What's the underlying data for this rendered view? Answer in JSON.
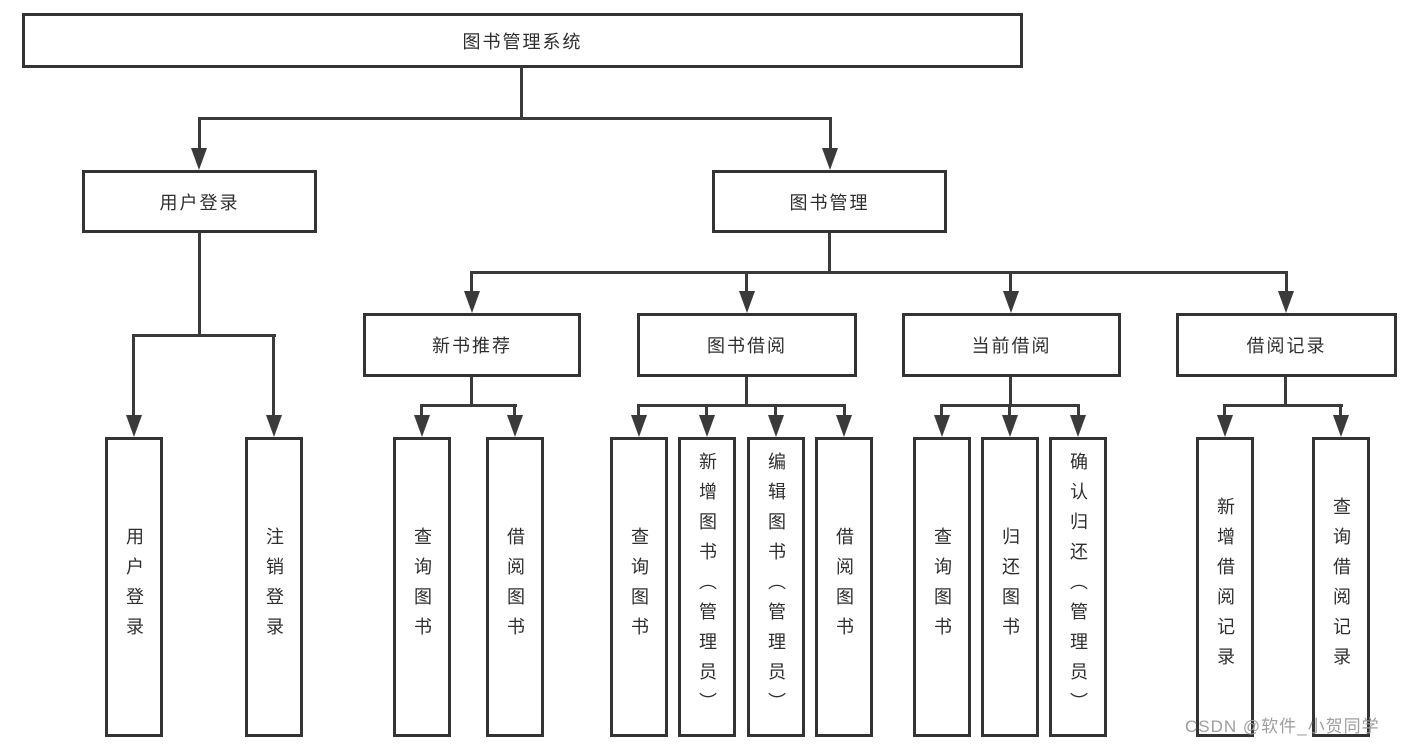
{
  "colors": {
    "background": "#ffffff",
    "box_border": "#333333",
    "line": "#3a3a3a",
    "text": "#2e2e2e",
    "watermark": "#9e9e9e"
  },
  "nodes": {
    "root": "图书管理系统",
    "user_login": "用户登录",
    "book_mgmt": "图书管理",
    "new_book_rec": "新书推荐",
    "book_borrow": "图书借阅",
    "current_borrow": "当前借阅",
    "borrow_record": "借阅记录",
    "leaf_user_login": "用户登录",
    "leaf_logout": "注销登录",
    "leaf_query_book_rec": "查询图书",
    "leaf_borrow_book_rec": "借阅图书",
    "leaf_query_book_borrow": "查询图书",
    "leaf_add_book": "新增图书（管理员）",
    "leaf_edit_book": "编辑图书（管理员）",
    "leaf_borrow_book": "借阅图书",
    "leaf_query_book_current": "查询图书",
    "leaf_return_book": "归还图书",
    "leaf_confirm_return": "确认归还（管理员）",
    "leaf_add_borrow_record": "新增借阅记录",
    "leaf_query_borrow_record": "查询借阅记录"
  },
  "tree": {
    "图书管理系统": {
      "用户登录": [
        "用户登录",
        "注销登录"
      ],
      "图书管理": {
        "新书推荐": [
          "查询图书",
          "借阅图书"
        ],
        "图书借阅": [
          "查询图书",
          "新增图书（管理员）",
          "编辑图书（管理员）",
          "借阅图书"
        ],
        "当前借阅": [
          "查询图书",
          "归还图书",
          "确认归还（管理员）"
        ],
        "借阅记录": [
          "新增借阅记录",
          "查询借阅记录"
        ]
      }
    }
  },
  "watermark": "CSDN @软件_小贺同学"
}
